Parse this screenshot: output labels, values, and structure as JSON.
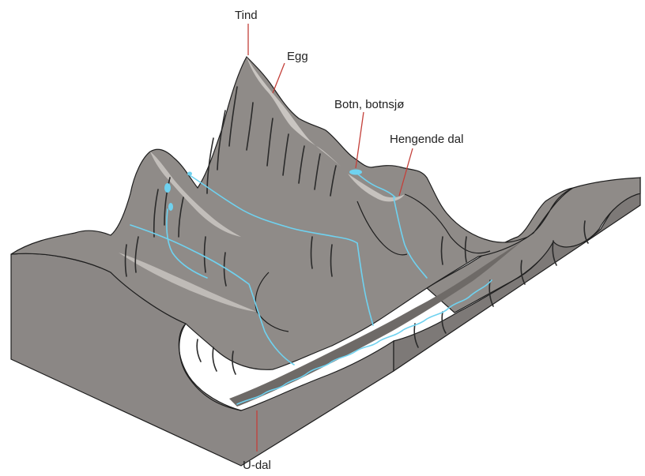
{
  "labels": {
    "tind": "Tind",
    "egg": "Egg",
    "botn": "Botn, botnsjø",
    "hengende_dal": "Hengende dal",
    "u_dal": "U-dal"
  },
  "colors": {
    "block_front": "#8b8785",
    "block_side": "#7d7977",
    "rock_mid": "#8f8b88",
    "rock_light": "#b9b5b1",
    "rock_dark": "#6e6a67",
    "valley_floor": "#78746f",
    "water": "#6fd2f0",
    "leader": "#c4403a",
    "outline": "#1e1e1e"
  }
}
